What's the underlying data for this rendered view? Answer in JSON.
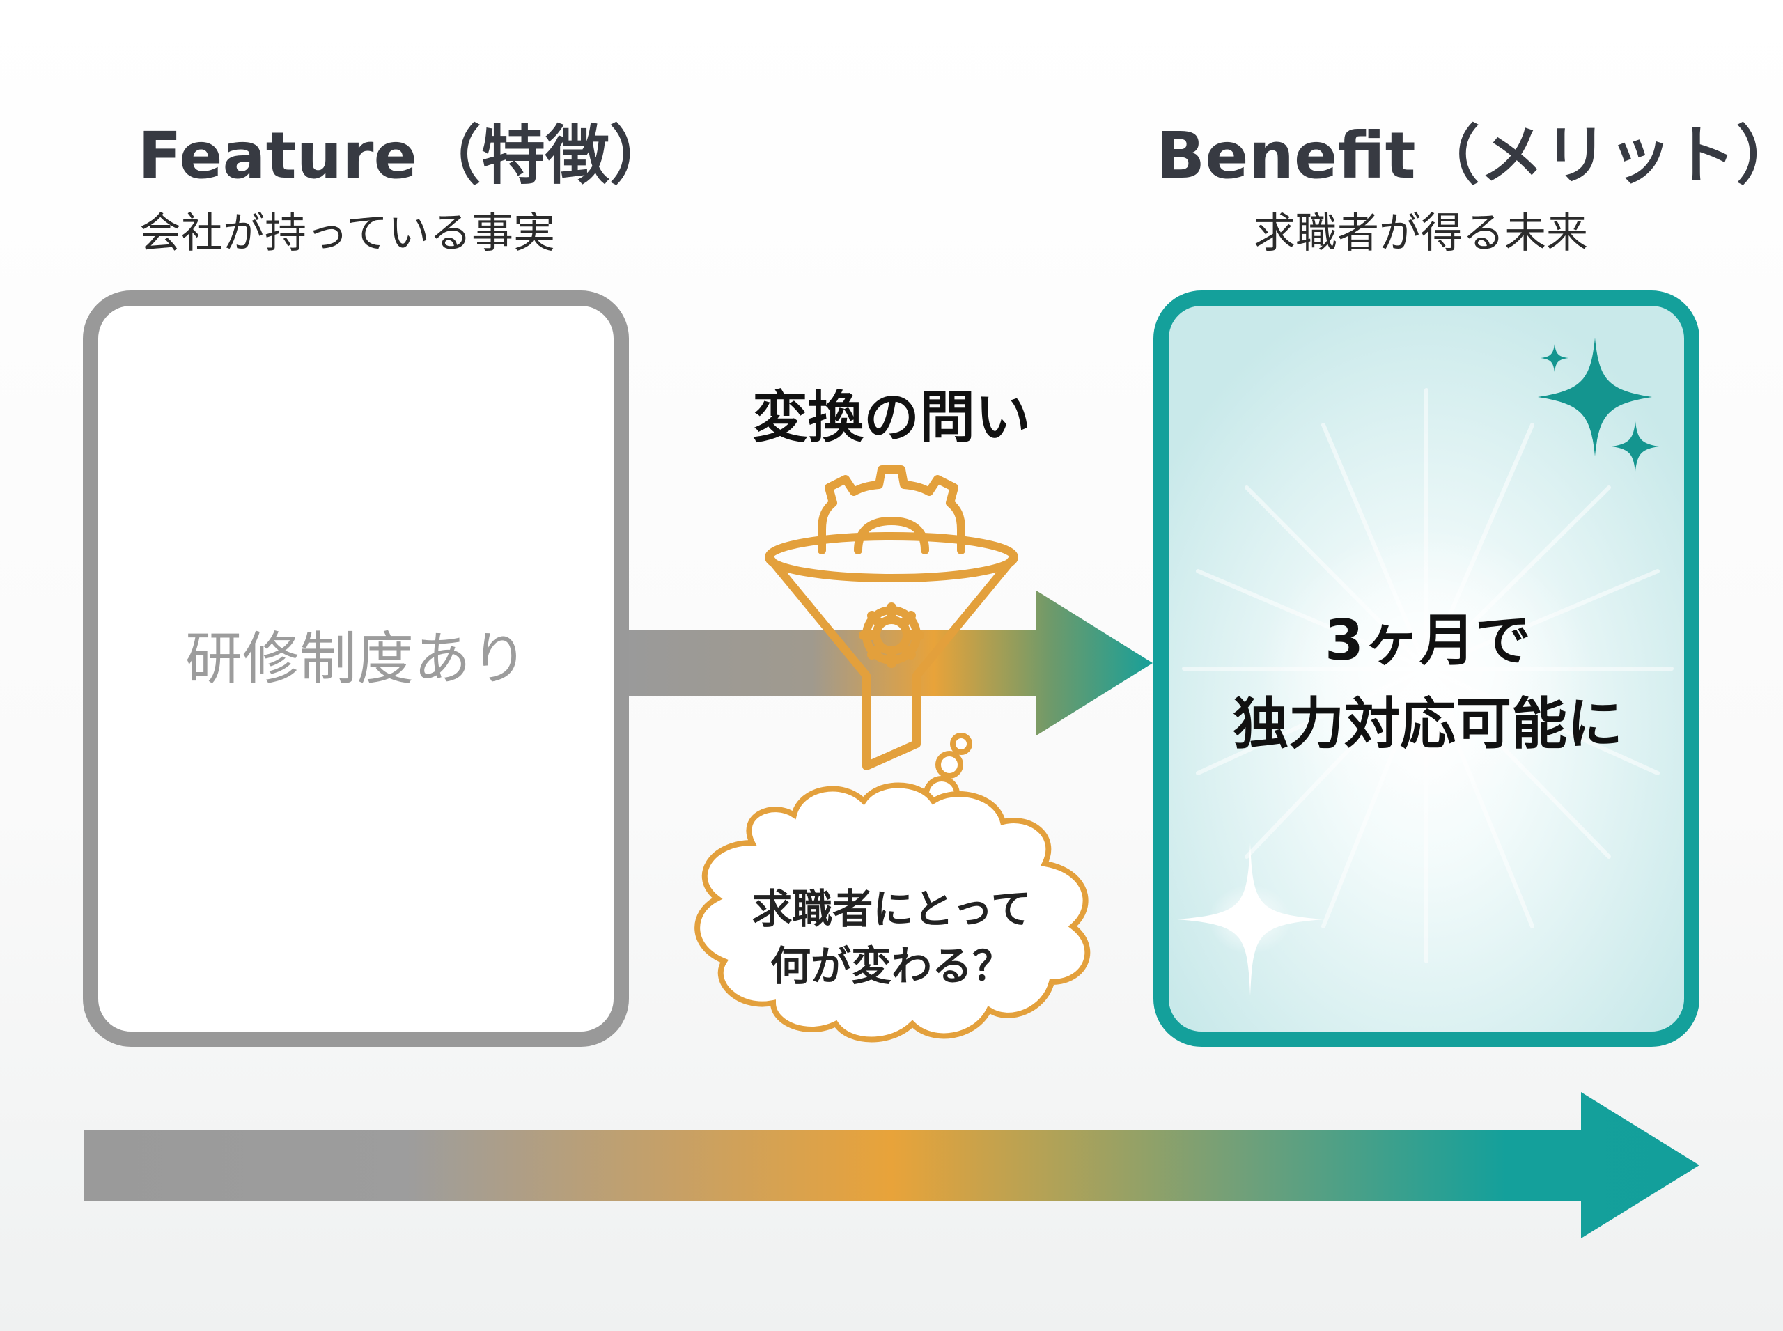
{
  "feature": {
    "heading": "Feature（特徴）",
    "subheading": "会社が持っている事実",
    "card_text": "研修制度あり"
  },
  "benefit": {
    "heading": "Benefit（メリット）",
    "subheading": "求職者が得る未来",
    "card_line1": "3ヶ月で",
    "card_line2": "独力対応可能に"
  },
  "question": {
    "label": "変換の問い",
    "cloud_line1": "求職者にとって",
    "cloud_line2": "何が変わる？"
  },
  "colors": {
    "gray": "#999999",
    "orange": "#e8a33a",
    "teal": "#14a09b"
  },
  "icons": {
    "center": "funnel-gear-icon",
    "thought": "thought-cloud-icon",
    "sparkle": "sparkle-icon"
  }
}
